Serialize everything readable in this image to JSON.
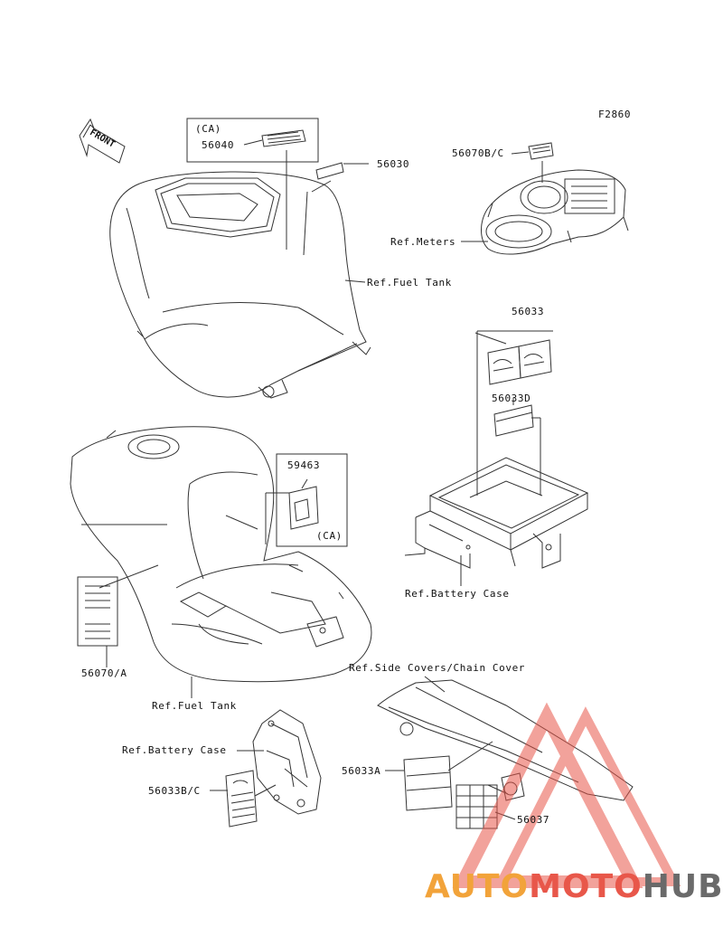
{
  "figure_code": "F2860",
  "front_arrow_label": "FRONT",
  "labels": {
    "top_ca": "(CA)",
    "p56040": "56040",
    "p56030": "56030",
    "p56070bc": "56070B/C",
    "ref_meters": "Ref.Meters",
    "ref_fuel_tank_top": "Ref.Fuel Tank",
    "p56033": "56033",
    "p56033d": "56033D",
    "p59463": "59463",
    "mid_ca": "(CA)",
    "ref_battery_case_right": "Ref.Battery Case",
    "p56070a": "56070/A",
    "ref_fuel_tank_bottom": "Ref.Fuel Tank",
    "ref_side_covers": "Ref.Side Covers/Chain Cover",
    "ref_battery_case_left": "Ref.Battery Case",
    "p56033a": "56033A",
    "p56033bc": "56033B/C",
    "p56037": "56037"
  },
  "watermark": {
    "part1": "AUTO",
    "part2": "MOTO",
    "part3": "HUB"
  },
  "colors": {
    "line": "#333333",
    "watermark_orange": "#f2a33a",
    "watermark_red": "#e8574a",
    "watermark_gray": "#6a6a6a"
  }
}
